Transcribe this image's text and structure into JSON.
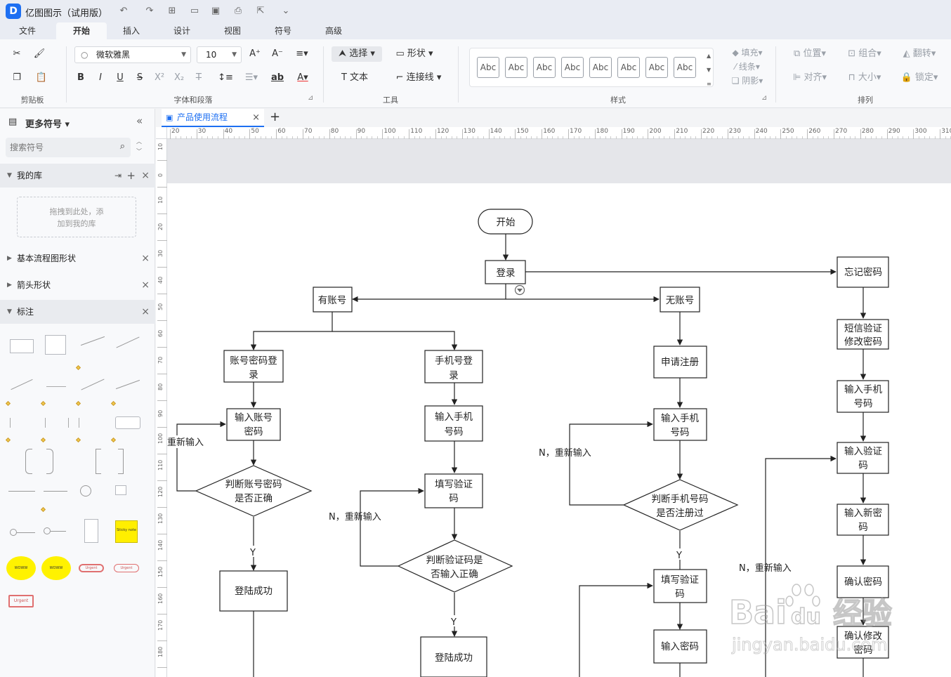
{
  "app": {
    "logo": "D",
    "title": "亿图图示（试用版）"
  },
  "quick_access": [
    "undo-icon",
    "redo-icon",
    "new-icon",
    "open-icon",
    "save-icon",
    "print-icon",
    "export-icon",
    "more-icon"
  ],
  "menu": {
    "tabs": [
      "文件",
      "开始",
      "插入",
      "设计",
      "视图",
      "符号",
      "高级"
    ],
    "active": "开始"
  },
  "ribbon": {
    "clipboard_label": "剪贴板",
    "font": {
      "family": "微软雅黑",
      "size": "10"
    },
    "font_group_label": "字体和段落",
    "tools": {
      "select": "选择",
      "shape": "形状",
      "text": "文本",
      "connector": "连接线",
      "label": "工具"
    },
    "styles": {
      "sample": "Abc",
      "count": 8,
      "fill": "填充",
      "line": "线条",
      "shadow": "阴影",
      "label": "样式"
    },
    "arrange": {
      "position": "位置",
      "group": "组合",
      "flip": "翻转",
      "align": "对齐",
      "size": "大小",
      "lock": "锁定",
      "label": "排列"
    }
  },
  "left_panel": {
    "title": "更多符号",
    "search_placeholder": "搜索符号",
    "my_library": "我的库",
    "drop_hint_1": "拖拽到此处，添",
    "drop_hint_2": "加到我的库",
    "sections": [
      "基本流程图形状",
      "箭头形状",
      "标注"
    ],
    "callout_samples": {
      "explosion": "WOWW",
      "sticky": "Sticky note",
      "urgent": "Urgent"
    }
  },
  "document": {
    "tab": "产品使用流程",
    "add_tab": "+"
  },
  "rulers": {
    "h": [
      "20",
      "30",
      "40",
      "50",
      "60",
      "70",
      "80",
      "90",
      "100",
      "110",
      "120",
      "130",
      "140",
      "150",
      "160",
      "170",
      "180",
      "190",
      "200",
      "210",
      "220",
      "230",
      "240",
      "250",
      "260",
      "270",
      "280",
      "290",
      "300",
      "310"
    ],
    "v": [
      "10",
      "0",
      "10",
      "20",
      "30",
      "40",
      "50",
      "60",
      "70",
      "80",
      "90",
      "100",
      "110",
      "120",
      "130",
      "140",
      "150",
      "160",
      "170",
      "180"
    ]
  },
  "flowchart": {
    "start": "开始",
    "login": "登录",
    "has_account": "有账号",
    "no_account": "无账号",
    "forgot_password": "忘记密码",
    "acct_pwd_login": [
      "账号密码登",
      "录"
    ],
    "phone_login": [
      "手机号登",
      "录"
    ],
    "enter_acct_pwd": [
      "输入账号",
      "密码"
    ],
    "enter_phone": [
      "输入手机",
      "号码"
    ],
    "fill_code": [
      "填写验证",
      "码"
    ],
    "check_acct_pwd": [
      "判断账号密码",
      "是否正确"
    ],
    "check_code": [
      "判断验证码是",
      "否输入正确"
    ],
    "login_success": "登陆成功",
    "apply_register": "申请注册",
    "check_phone_registered": [
      "判断手机号码",
      "是否注册过"
    ],
    "enter_password": "输入密码",
    "sms_modify": [
      "短信验证",
      "修改密码"
    ],
    "enter_code": [
      "输入验证",
      "码"
    ],
    "enter_new_pwd": [
      "输入新密",
      "码"
    ],
    "confirm_pwd": "确认密码",
    "confirm_modify": [
      "确认修改",
      "密码"
    ],
    "label_retry": "重新输入",
    "label_n_retry": "N，重新输入",
    "label_yes": "Y"
  },
  "watermark": {
    "brand": "Bai",
    "brand2": "du",
    "chinese": "经验",
    "url": "jingyan.baidu.com"
  },
  "colors": {
    "accent": "#1d6ff2",
    "ribbon_bg": "#f8f9fb",
    "canvas_bg": "#e5e6ea"
  }
}
